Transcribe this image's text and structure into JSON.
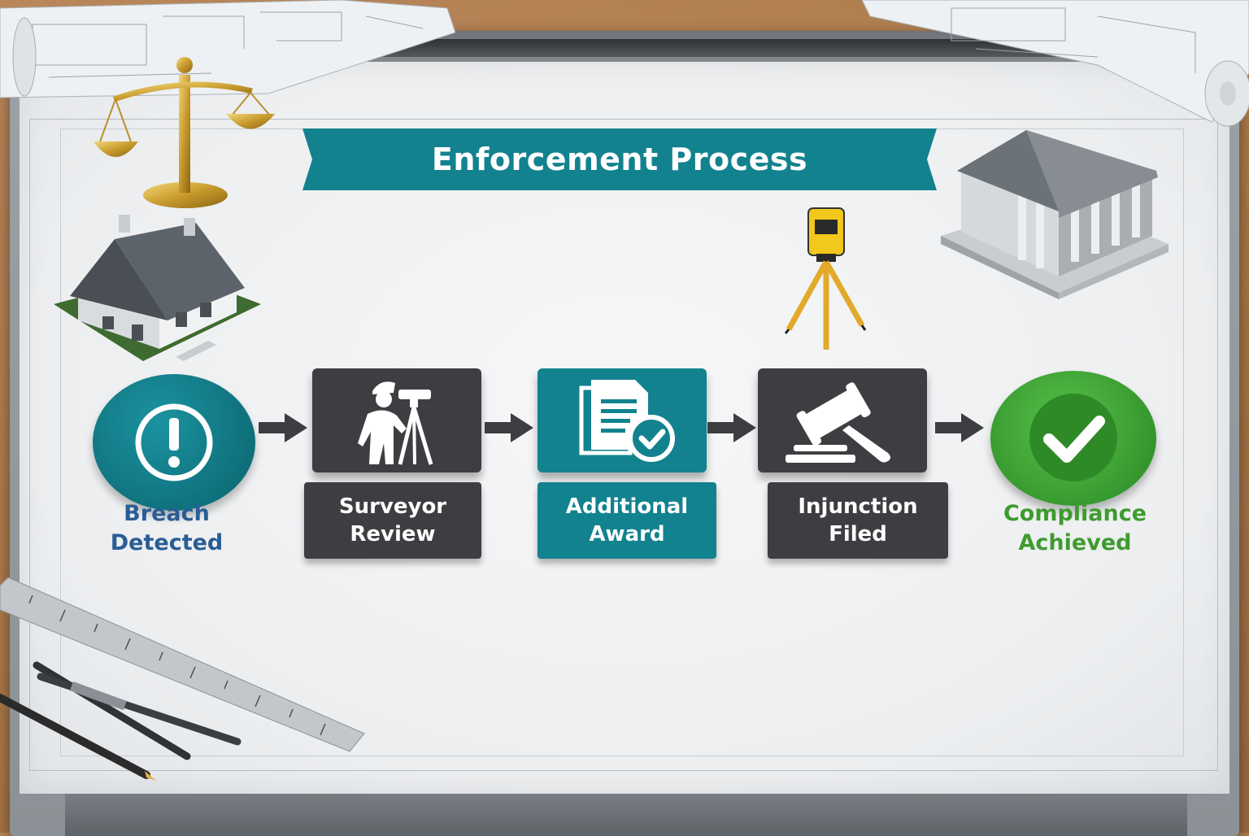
{
  "title": "Enforcement Process",
  "colors": {
    "teal": "#12828f",
    "teal_dark": "#0d6b76",
    "charcoal": "#3c3e41",
    "blue_text": "#2a5d96",
    "green": "#3fa535",
    "green_text": "#3f9b2f"
  },
  "steps": [
    {
      "id": "breach",
      "label": "Breach\nDetected",
      "icon": "exclamation-icon",
      "shape": "circle"
    },
    {
      "id": "surveyor",
      "label": "Surveyor\nReview",
      "icon": "surveyor-icon",
      "shape": "square"
    },
    {
      "id": "award",
      "label": "Additional\nAward",
      "icon": "document-check-icon",
      "shape": "square"
    },
    {
      "id": "injunction",
      "label": "Injunction\nFiled",
      "icon": "gavel-icon",
      "shape": "square"
    },
    {
      "id": "compliance",
      "label": "Compliance\nAchieved",
      "icon": "checkmark-icon",
      "shape": "circle"
    }
  ],
  "decorations": [
    "scales-of-justice-icon",
    "house-icon",
    "tripod-level-icon",
    "courthouse-icon",
    "blueprint-rolls",
    "ruler",
    "pens"
  ]
}
